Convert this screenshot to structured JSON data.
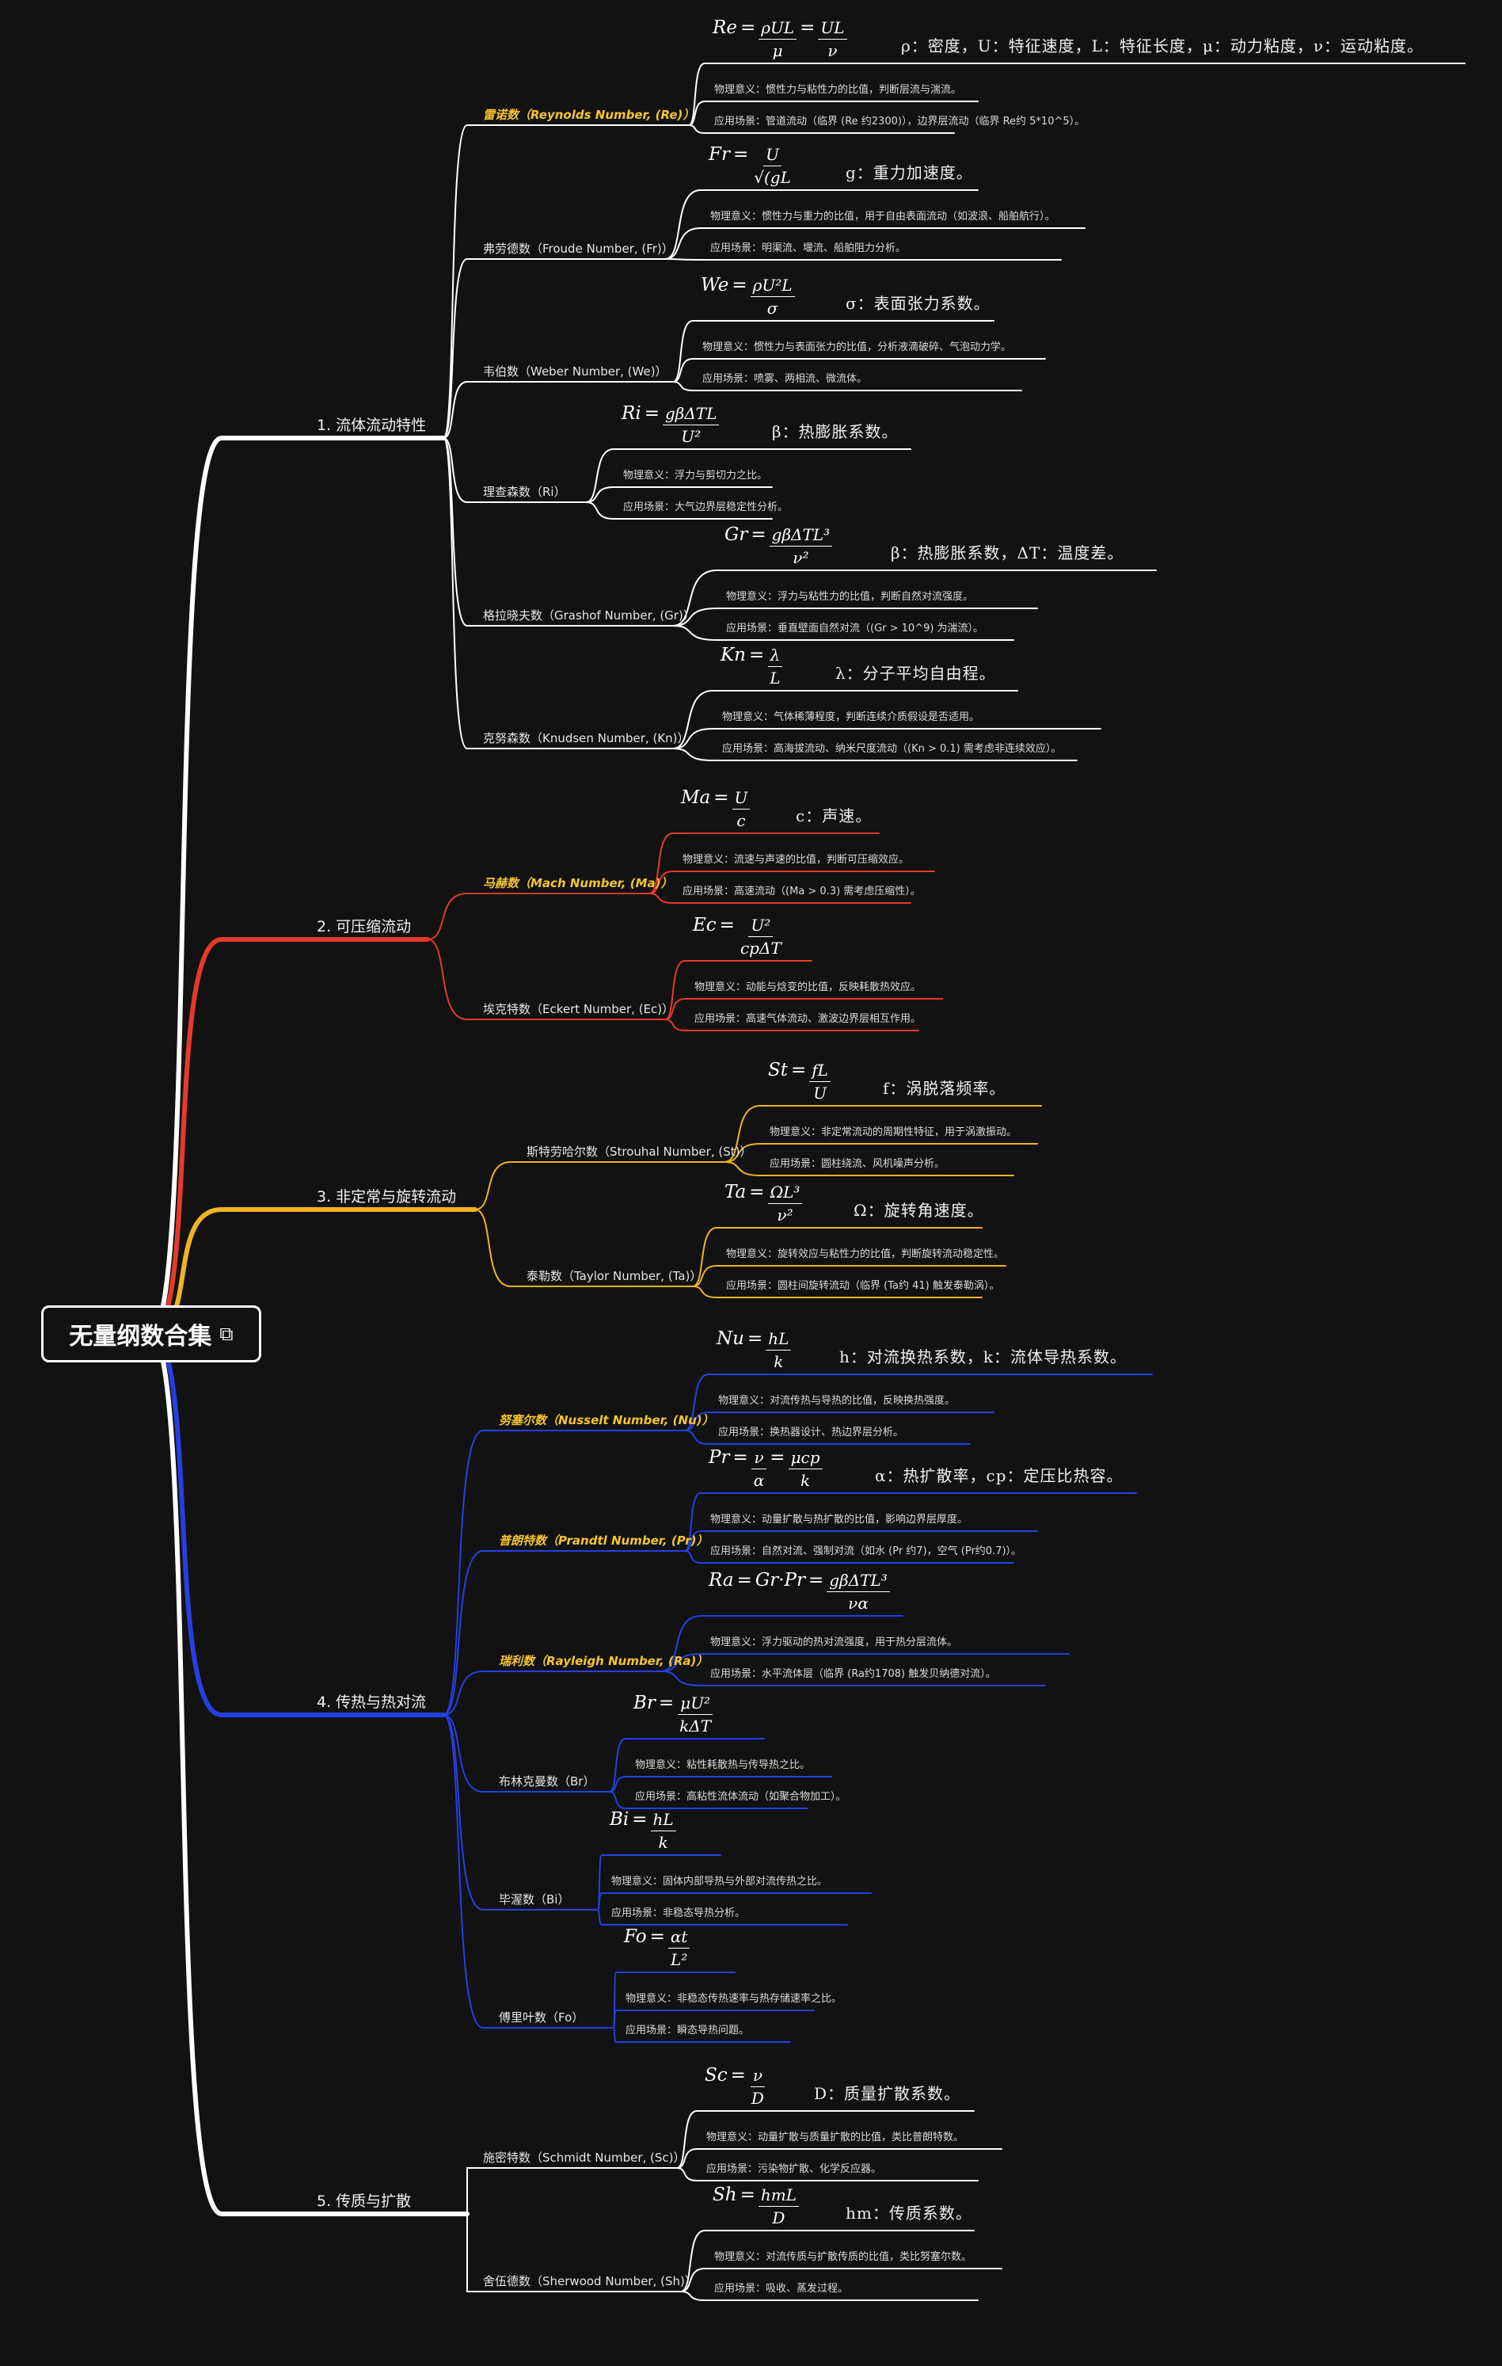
{
  "root": {
    "title": "无量纲数合集",
    "icon": "link-icon"
  },
  "colors": {
    "c1": "#ffffff",
    "c2": "#e53a2a",
    "c3": "#f0b323",
    "c4": "#2440e0",
    "c5": "#ffffff",
    "highlight": "#f6c431"
  },
  "categories": [
    {
      "label": "1. 流体流动特性",
      "subs": [
        {
          "name": "雷诺数（Reynolds Number, (Re)）",
          "hl": true,
          "formula": "Re = ρUL/μ = UL/ν",
          "desc": "ρ：密度，U：特征速度，L：特征长度，μ：动力粘度，ν：运动粘度。",
          "meaning": "物理意义：惯性力与粘性力的比值，判断层流与湍流。",
          "app": "应用场景：管道流动（临界 (Re 约2300)），边界层流动（临界 Re约 5*10^5）。"
        },
        {
          "name": "弗劳德数（Froude Number, (Fr)）",
          "hl": false,
          "formula": "Fr = U/√(gL)",
          "desc": "g：重力加速度。",
          "meaning": "物理意义：惯性力与重力的比值，用于自由表面流动（如波浪、船舶航行）。",
          "app": "应用场景：明渠流、堰流、船舶阻力分析。"
        },
        {
          "name": "韦伯数（Weber Number, (We)）",
          "hl": false,
          "formula": "We = ρU²L/σ",
          "desc": "σ：表面张力系数。",
          "meaning": "物理意义：惯性力与表面张力的比值，分析液滴破碎、气泡动力学。",
          "app": "应用场景：喷雾、两相流、微流体。"
        },
        {
          "name": "理查森数（Ri）",
          "hl": false,
          "formula": "Ri = gβΔTL/U²",
          "desc": "β：热膨胀系数。",
          "meaning": "物理意义：浮力与剪切力之比。",
          "app": "应用场景：大气边界层稳定性分析。"
        },
        {
          "name": "格拉晓夫数（Grashof Number, (Gr)）",
          "hl": false,
          "formula": "Gr = gβΔTL³/ν²",
          "desc": "β：热膨胀系数，ΔT：温度差。",
          "meaning": "物理意义：浮力与粘性力的比值，判断自然对流强度。",
          "app": "应用场景：垂直壁面自然对流（(Gr > 10^9) 为湍流）。"
        },
        {
          "name": "克努森数（Knudsen Number, (Kn)）",
          "hl": false,
          "formula": "Kn = λ/L",
          "desc": "λ：分子平均自由程。",
          "meaning": "物理意义：气体稀薄程度，判断连续介质假设是否适用。",
          "app": "应用场景：高海拔流动、纳米尺度流动（(Kn > 0.1) 需考虑非连续效应）。"
        }
      ]
    },
    {
      "label": "2. 可压缩流动",
      "subs": [
        {
          "name": "马赫数（Mach Number, (Ma)）",
          "hl": true,
          "formula": "Ma = U/c",
          "desc": "c：声速。",
          "meaning": "物理意义：流速与声速的比值，判断可压缩效应。",
          "app": "应用场景：高速流动（(Ma > 0.3) 需考虑压缩性）。"
        },
        {
          "name": "埃克特数（Eckert Number, (Ec)）",
          "hl": false,
          "formula": "Ec = U²/(cpΔT)",
          "desc": "",
          "meaning": "物理意义：动能与焓变的比值，反映耗散热效应。",
          "app": "应用场景：高速气体流动、激波边界层相互作用。"
        }
      ]
    },
    {
      "label": "3. 非定常与旋转流动",
      "subs": [
        {
          "name": "斯特劳哈尔数（Strouhal Number, (St)）",
          "hl": false,
          "formula": "St = fL/U",
          "desc": "f：涡脱落频率。",
          "meaning": "物理意义：非定常流动的周期性特征，用于涡激振动。",
          "app": "应用场景：圆柱绕流、风机噪声分析。"
        },
        {
          "name": "泰勒数（Taylor Number, (Ta)）",
          "hl": false,
          "formula": "Ta = ΩL³/ν²",
          "desc": "Ω：旋转角速度。",
          "meaning": "物理意义：旋转效应与粘性力的比值，判断旋转流动稳定性。",
          "app": "应用场景：圆柱间旋转流动（临界 (Ta约 41) 触发泰勒涡）。"
        }
      ]
    },
    {
      "label": "4. 传热与热对流",
      "subs": [
        {
          "name": "努塞尔数（Nusselt Number, (Nu)）",
          "hl": true,
          "formula": "Nu = hL/k",
          "desc": "h：对流换热系数，k：流体导热系数。",
          "meaning": "物理意义：对流传热与导热的比值，反映换热强度。",
          "app": "应用场景：换热器设计、热边界层分析。"
        },
        {
          "name": "普朗特数（Prandtl Number, (Pr)）",
          "hl": true,
          "formula": "Pr = ν/α = μcp/k",
          "desc": "α：热扩散率，cp：定压比热容。",
          "meaning": "物理意义：动量扩散与热扩散的比值，影响边界层厚度。",
          "app": "应用场景：自然对流、强制对流（如水 (Pr 约7)，空气 (Pr约0.7)）。"
        },
        {
          "name": "瑞利数（Rayleigh Number, (Ra)）",
          "hl": true,
          "formula": "Ra = Gr·Pr = gβΔTL³/(να)",
          "desc": "",
          "meaning": "物理意义：浮力驱动的热对流强度，用于热分层流体。",
          "app": "应用场景：水平流体层（临界 (Ra约1708) 触发贝纳德对流）。"
        },
        {
          "name": "布林克曼数（Br）",
          "hl": false,
          "formula": "Br = μU²/(kΔT)",
          "desc": "",
          "meaning": "物理意义：粘性耗散热与传导热之比。",
          "app": "应用场景：高粘性流体流动（如聚合物加工）。"
        },
        {
          "name": "毕渥数（Bi）",
          "hl": false,
          "formula": "Bi = hL/k",
          "desc": "",
          "meaning": "物理意义：固体内部导热与外部对流传热之比。",
          "app": "应用场景：非稳态导热分析。"
        },
        {
          "name": "傅里叶数（Fo）",
          "hl": false,
          "formula": "Fo = αt/L²",
          "desc": "",
          "meaning": "物理意义：非稳态传热速率与热存储速率之比。",
          "app": "应用场景：瞬态导热问题。"
        }
      ]
    },
    {
      "label": "5. 传质与扩散",
      "subs": [
        {
          "name": "施密特数（Schmidt Number, (Sc)）",
          "hl": false,
          "formula": "Sc = ν/D",
          "desc": "D：质量扩散系数。",
          "meaning": "物理意义：动量扩散与质量扩散的比值，类比普朗特数。",
          "app": "应用场景：污染物扩散、化学反应器。"
        },
        {
          "name": "舍伍德数（Sherwood Number, (Sh)）",
          "hl": false,
          "formula": "Sh = hmL/D",
          "desc": "hm：传质系数。",
          "meaning": "物理意义：对流传质与扩散传质的比值，类比努塞尔数。",
          "app": "应用场景：吸收、蒸发过程。"
        }
      ]
    }
  ]
}
